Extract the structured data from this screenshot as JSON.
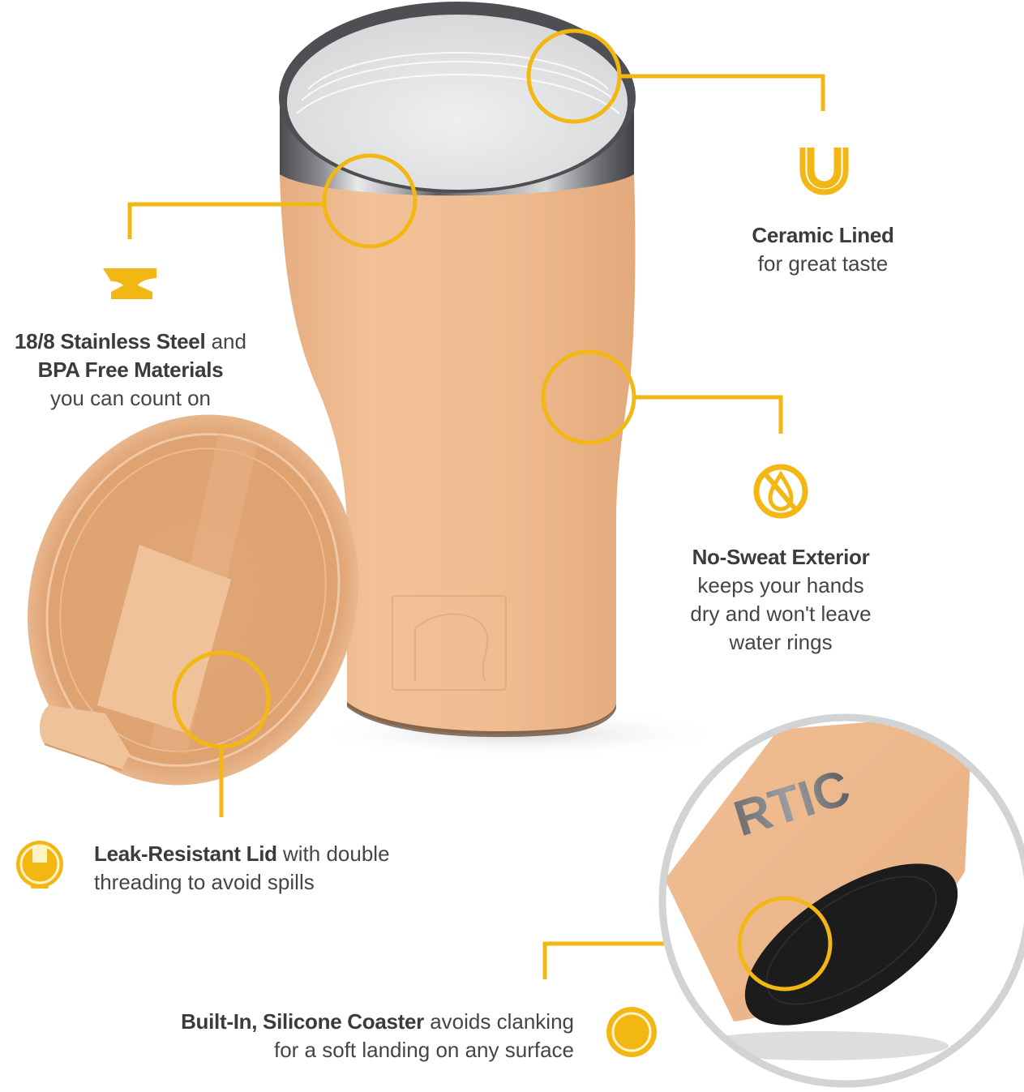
{
  "colors": {
    "accent_yellow": "#F2B713",
    "text_dark": "#3b3b3b",
    "text_body": "#454545",
    "tumbler_peach": "#EDBA8E",
    "steel_rim": "#8a8c8f",
    "liner_white": "#e8e9ea",
    "coaster_black": "#1a1a1a",
    "inset_ring_gray": "#d2d3d4"
  },
  "product": {
    "brand": "RTIC",
    "type": "tumbler",
    "color_name": "peach"
  },
  "features": [
    {
      "id": "ceramic",
      "icon": "u-liner-icon",
      "title": "Ceramic Lined",
      "suffix": "",
      "lines": [
        "for great taste"
      ]
    },
    {
      "id": "steel",
      "icon": "anvil-icon",
      "title": "18/8 Stainless Steel",
      "suffix": " and",
      "title2": "BPA Free Materials",
      "lines": [
        "you can count on"
      ]
    },
    {
      "id": "nosweat",
      "icon": "no-drop-icon",
      "title": "No-Sweat Exterior",
      "suffix": "",
      "lines": [
        "keeps your hands",
        "dry and won't leave",
        "water rings"
      ]
    },
    {
      "id": "lid",
      "icon": "lid-icon",
      "title": "Leak-Resistant Lid",
      "suffix": " with double",
      "lines": [
        "threading to avoid spills"
      ]
    },
    {
      "id": "coaster",
      "icon": "coaster-icon",
      "title": "Built-In, Silicone Coaster",
      "suffix": " avoids clanking",
      "lines": [
        "for a soft landing on any surface"
      ]
    }
  ]
}
